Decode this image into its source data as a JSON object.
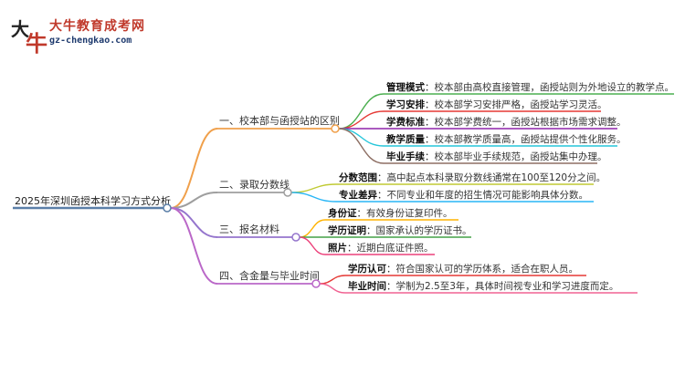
{
  "logo": {
    "glyph_1": "大",
    "glyph_2": "牛",
    "title": "大牛教育成考网",
    "url": "gz-chengkao.com"
  },
  "root": {
    "label": "2025年深圳函授本科学习方式分析",
    "color": "#5b7fa8"
  },
  "branches": [
    {
      "label": "一、校本部与函授站的区别",
      "color": "#f0a04b",
      "leaves": [
        {
          "key": "管理模式",
          "text": "：校本部由高校直接管理，函授站则为外地设立的教学点。",
          "color": "#4caf50"
        },
        {
          "key": "学习安排",
          "text": "：校本部学习安排严格，函授站学习灵活。",
          "color": "#e53935"
        },
        {
          "key": "学费标准",
          "text": "：校本部学费统一，函授站根据市场需求调整。",
          "color": "#8e24aa"
        },
        {
          "key": "教学质量",
          "text": "：校本部教学质量高，函授站提供个性化服务。",
          "color": "#26c6da"
        },
        {
          "key": "毕业手续",
          "text": "：校本部毕业手续规范，函授站集中办理。",
          "color": "#8d6e63"
        }
      ]
    },
    {
      "label": "二、录取分数线",
      "color": "#9e9e9e",
      "leaves": [
        {
          "key": "分数范围",
          "text": "：高中起点本科录取分数线通常在100至120分之间。",
          "color": "#c0ca33"
        },
        {
          "key": "专业差异",
          "text": "：不同专业和年度的招生情况可能影响具体分数。",
          "color": "#29b6f6"
        }
      ]
    },
    {
      "label": "三、报名材料",
      "color": "#9575cd",
      "leaves": [
        {
          "key": "身份证",
          "text": "：有效身份证复印件。",
          "color": "#ffb300"
        },
        {
          "key": "学历证明",
          "text": "：国家承认的学历证书。",
          "color": "#43a047"
        },
        {
          "key": "照片",
          "text": "：近期白底证件照。",
          "color": "#ec407a"
        }
      ]
    },
    {
      "label": "四、含金量与毕业时间",
      "color": "#ba68c8",
      "leaves": [
        {
          "key": "学历认可",
          "text": "：符合国家认可的学历体系，适合在职人员。",
          "color": "#e53935"
        },
        {
          "key": "毕业时间",
          "text": "：学制为2.5至3年，具体时间视专业和学习进度而定。",
          "color": "#f06292"
        }
      ]
    }
  ]
}
